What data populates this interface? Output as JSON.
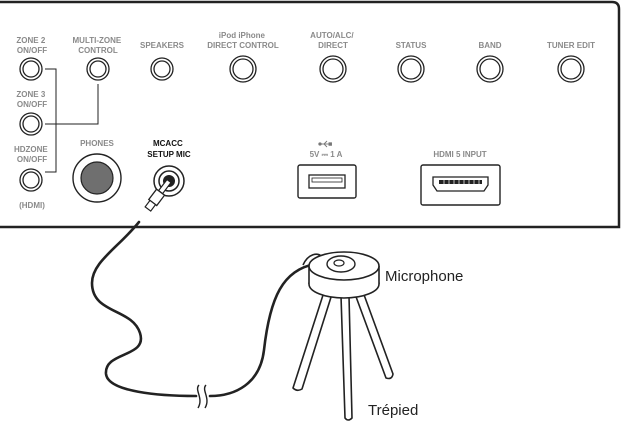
{
  "panel": {
    "buttons": {
      "zone2": [
        "ZONE 2",
        "ON/OFF"
      ],
      "multi_zone": [
        "MULTI-ZONE",
        "CONTROL"
      ],
      "speakers": [
        "SPEAKERS"
      ],
      "ipod": [
        "iPod iPhone",
        "DIRECT CONTROL"
      ],
      "auto": [
        "AUTO/ALC/",
        "DIRECT"
      ],
      "status": [
        "STATUS"
      ],
      "band": [
        "BAND"
      ],
      "tuner_edit": [
        "TUNER EDIT"
      ],
      "zone3": [
        "ZONE 3",
        "ON/OFF"
      ],
      "hdzone": [
        "HDZONE",
        "ON/OFF"
      ],
      "hdmi_note": "(HDMI)"
    },
    "phones_label": "PHONES",
    "mcacc_label": [
      "MCACC",
      "SETUP MIC"
    ],
    "usb_label": "5V ⎓ 1 A",
    "hdmi_input_label": "HDMI 5 INPUT"
  },
  "callouts": {
    "microphone": "Microphone",
    "tripod": "Trépied"
  },
  "colors": {
    "panel_label": "#8a8a8a",
    "outline": "#222222",
    "highlight_label": "#111111"
  },
  "icons": {
    "usb": "usb-icon",
    "hdmi": "hdmi-port-icon"
  }
}
